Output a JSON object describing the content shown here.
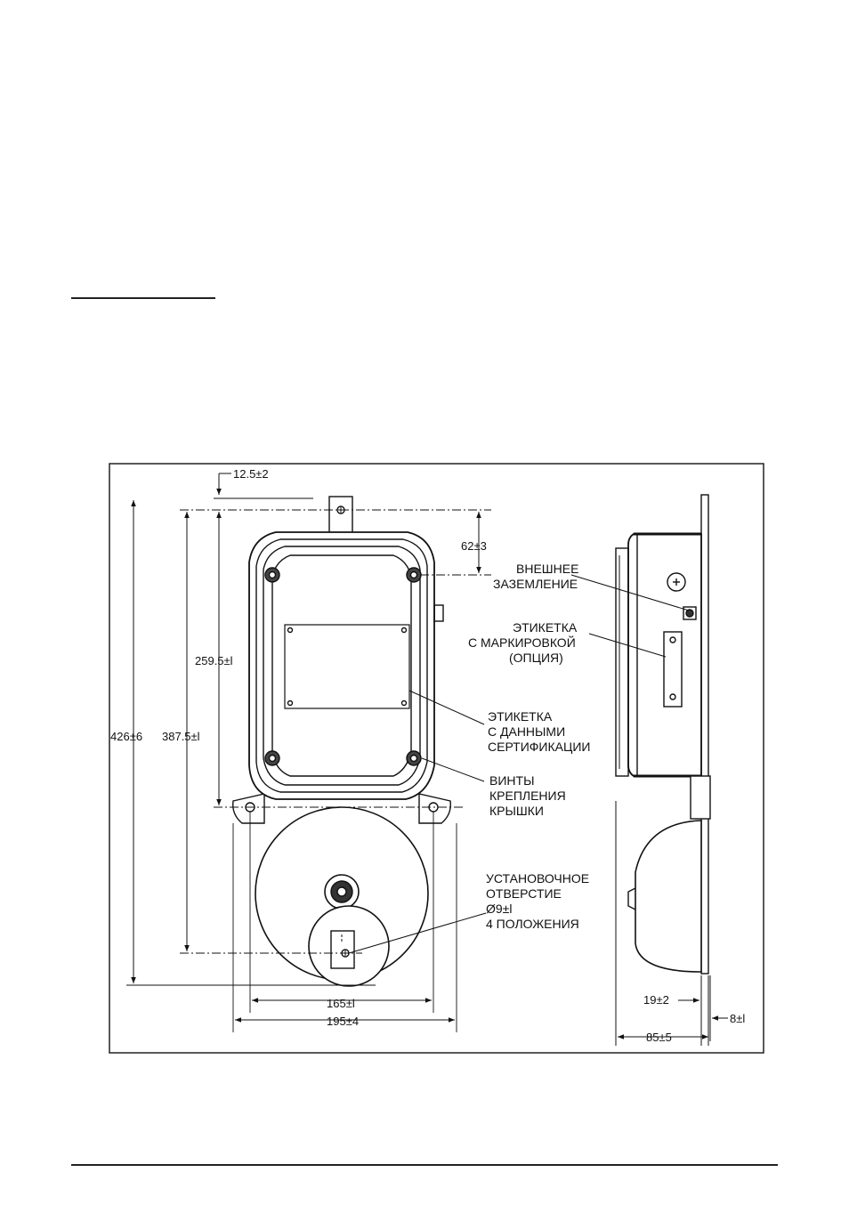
{
  "labels": {
    "grounding": [
      "ВНЕШНЕЕ",
      "ЗАЗЕМЛЕНИЕ"
    ],
    "marking_label": [
      "ЭТИКЕТКА",
      "С МАРКИРОВКОЙ",
      "(ОПЦИЯ)"
    ],
    "cert_label": [
      "ЭТИКЕТКА",
      "С ДАННЫМИ",
      "СЕРТИФИКАЦИИ"
    ],
    "cover_screws": [
      "ВИНТЫ",
      "КРЕПЛЕНИЯ",
      "КРЫШКИ"
    ],
    "mount_hole": [
      "УСТАНОВОЧНОЕ",
      "ОТВЕРСТИЕ",
      "Ø9±l",
      "4 ПОЛОЖЕНИЯ"
    ]
  },
  "dimensions": {
    "top_offset": "12.5±2",
    "bracket_height": "62±3",
    "inner_height": "259.5±l",
    "mount_height": "387.5±l",
    "overall_height": "426±6",
    "hole_spacing": "165±l",
    "overall_width": "195±4",
    "depth_19": "19±2",
    "depth_8": "8±l",
    "overall_depth": "85±5"
  }
}
